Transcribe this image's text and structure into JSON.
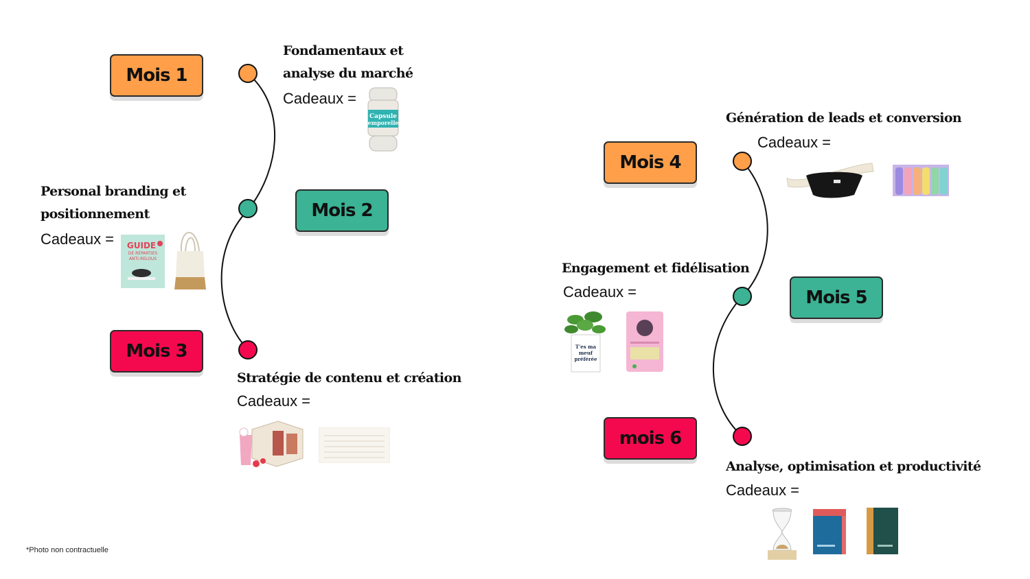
{
  "colors": {
    "orange": "#FF9F4A",
    "teal": "#3BB394",
    "red": "#F5094E"
  },
  "months": [
    {
      "label": "Mois 1",
      "color": "orange",
      "title_lines": [
        "Fondamentaux et",
        "analyse du marché"
      ],
      "gifts_label": "Cadeaux =",
      "gift_images": [
        "capsule-emporelle-jar"
      ]
    },
    {
      "label": "Mois 2",
      "color": "teal",
      "title_lines": [
        "Personal branding et",
        "positionnement"
      ],
      "gifts_label": "Cadeaux =",
      "gift_images": [
        "guide-book",
        "tote-bag"
      ],
      "book_text": [
        "GUIDE",
        "DE REPARTIES",
        "ANTI-RELOUS"
      ]
    },
    {
      "label": "Mois 3",
      "color": "red",
      "title_lines": [
        "Stratégie de contenu et création"
      ],
      "gifts_label": "Cadeaux =",
      "gift_images": [
        "smoothie-kit-box",
        "planner-sheet"
      ]
    },
    {
      "label": "Mois 4",
      "color": "orange",
      "title_lines": [
        "Génération de leads et conversion"
      ],
      "gifts_label": "Cadeaux =",
      "gift_images": [
        "belt-bag",
        "highlighter-set"
      ]
    },
    {
      "label": "Mois 5",
      "color": "teal",
      "title_lines": [
        "Engagement et fidélisation"
      ],
      "gifts_label": "Cadeaux =",
      "gift_images": [
        "potted-plant",
        "seed-pouch"
      ],
      "plant_text": [
        "T'es ma",
        "meuf",
        "préférée"
      ]
    },
    {
      "label": "mois 6",
      "color": "red",
      "title_lines": [
        "Analyse, optimisation et productivité"
      ],
      "gifts_label": "Cadeaux =",
      "gift_images": [
        "hourglass",
        "blue-notebook",
        "green-notebook"
      ]
    }
  ],
  "jar_text": [
    "Capsule",
    "emporelle"
  ],
  "footnote": "*Photo non contractuelle"
}
